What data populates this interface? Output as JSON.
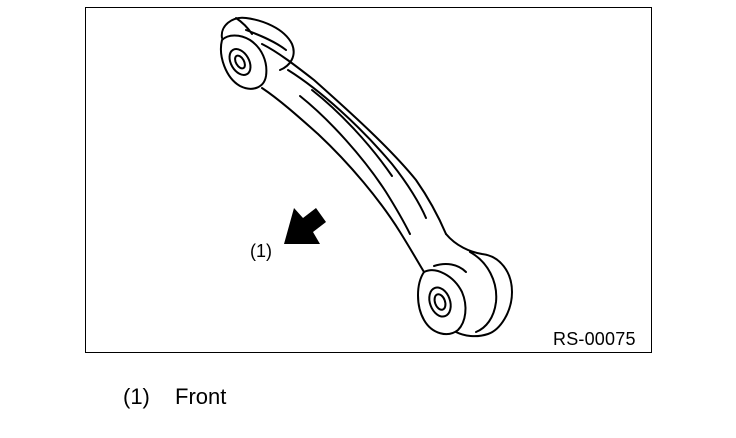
{
  "figure": {
    "callout_label": "(1)",
    "figure_code": "RS-00075",
    "part_icon": "control-arm-icon",
    "direction_icon": "front-arrow-icon"
  },
  "legend": {
    "items": [
      {
        "key": "(1)",
        "text": "Front"
      }
    ]
  }
}
